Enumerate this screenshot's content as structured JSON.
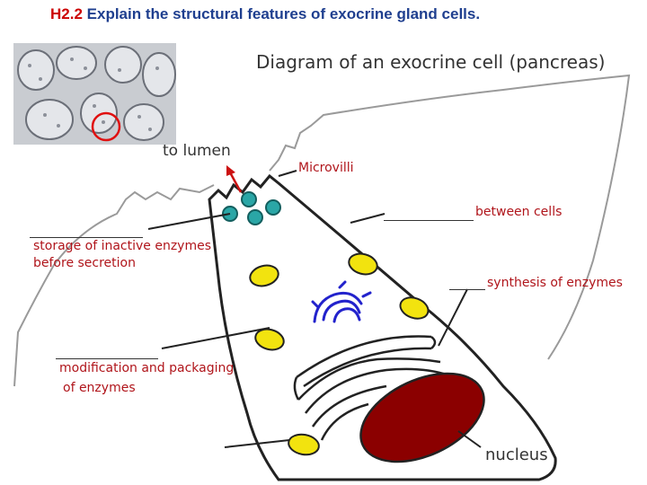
{
  "title": {
    "code": "H2.2",
    "text": "Explain the structural features of exocrine gland cells."
  },
  "diagram": {
    "subtitle": "Diagram of an exocrine cell (pancreas)",
    "labels": {
      "to_lumen": "to lumen",
      "microvilli": "Microvilli",
      "between_cells": "between cells",
      "storage": "storage of inactive enzymes",
      "before_secretion": "before secretion",
      "synthesis": "synthesis of enzymes",
      "modification": "modification and packaging",
      "of_enzymes": "of enzymes",
      "nucleus": "nucleus"
    },
    "colors": {
      "label_red": "#b0151b",
      "title_blue": "#1f3f8f",
      "vesicle_teal": "#2aa6a6",
      "rer_yellow": "#f2e30f",
      "golgi_blue": "#2222cc",
      "nucleus_red": "#8b0000"
    }
  }
}
